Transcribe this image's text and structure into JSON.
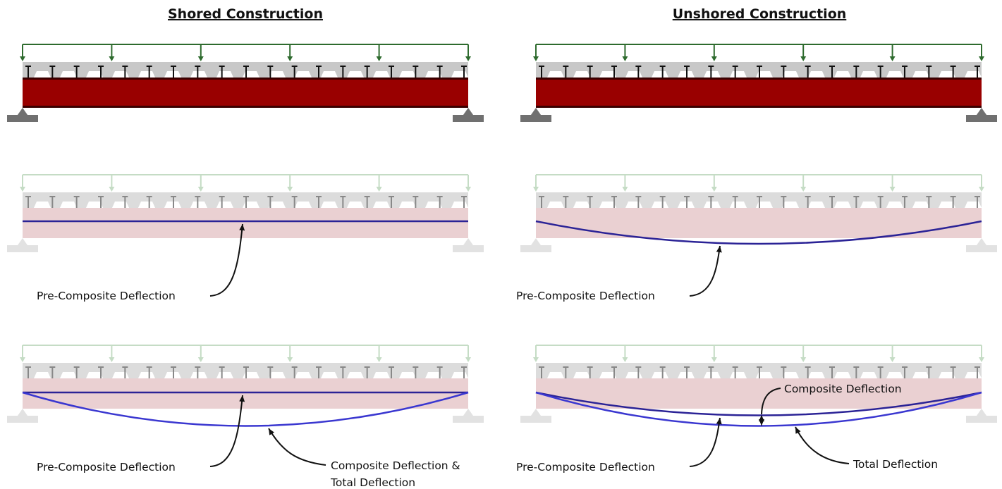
{
  "panels": {
    "shored": {
      "title": "Shored Construction",
      "label_precomposite_1": "Pre-Composite Deflection",
      "label_precomposite_2": "Pre-Composite Deflection",
      "label_composite_total_line1": "Composite Deflection &",
      "label_composite_total_line2": "Total Deflection"
    },
    "unshored": {
      "title": "Unshored Construction",
      "label_precomposite_1": "Pre-Composite Deflection",
      "label_precomposite_2": "Pre-Composite Deflection",
      "label_composite": "Composite Deflection",
      "label_total": "Total Deflection"
    }
  },
  "colors": {
    "load_arrow_active": "#2e6b2e",
    "load_arrow_faded": "#c5dcc5",
    "slab": "#c8c8c8",
    "slab_faded": "#dcdcdc",
    "stud": "#111111",
    "stud_faded": "#888888",
    "beam": "#990000",
    "beam_faded": "#ead0d2",
    "support": "#707070",
    "support_faded": "#e2e2e2",
    "deflection_line": "#2b2396",
    "deflection_curve": "#3a37d0"
  }
}
